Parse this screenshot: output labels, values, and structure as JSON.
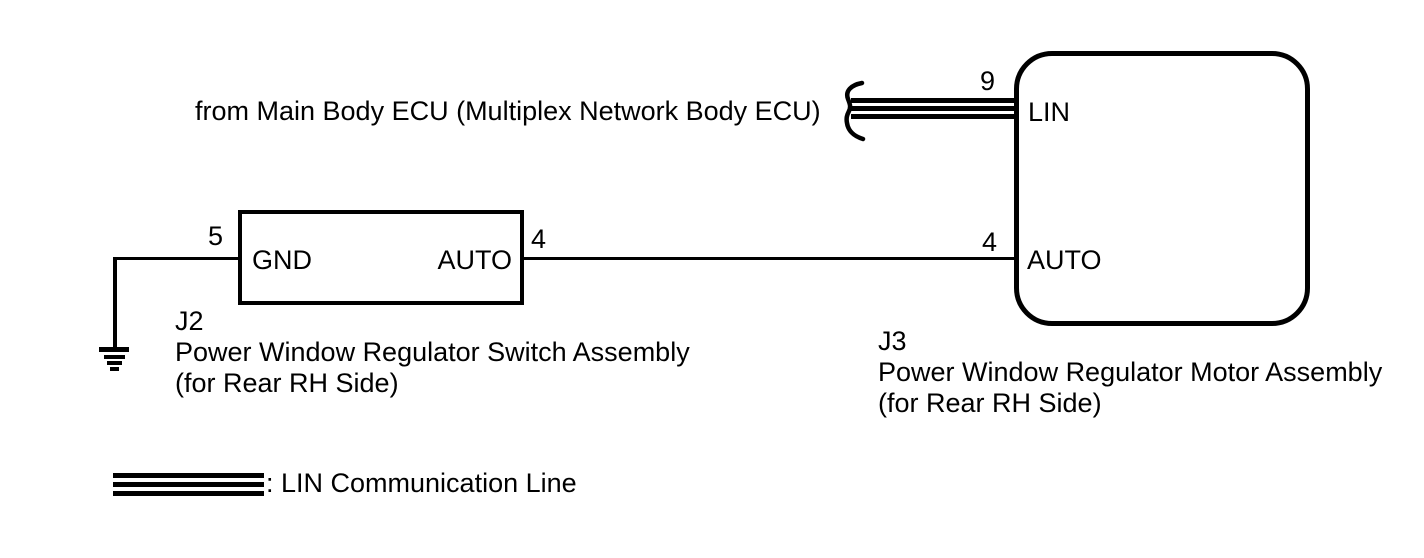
{
  "colors": {
    "background": "#ffffff",
    "ink": "#000000"
  },
  "source": {
    "label": "from Main Body ECU (Multiplex Network Body ECU)"
  },
  "switch_assembly": {
    "id": "J2",
    "name": "Power Window Regulator Switch Assembly",
    "variant": "(for Rear RH Side)",
    "pin_gnd": {
      "number": "5",
      "label": "GND"
    },
    "pin_auto": {
      "number": "4",
      "label": "AUTO"
    }
  },
  "motor_assembly": {
    "id": "J3",
    "name": "Power Window Regulator Motor Assembly",
    "variant": "(for Rear RH Side)",
    "pin_lin": {
      "number": "9",
      "label": "LIN"
    },
    "pin_auto": {
      "number": "4",
      "label": "AUTO"
    }
  },
  "legend": {
    "lin_label": ": LIN Communication Line"
  }
}
